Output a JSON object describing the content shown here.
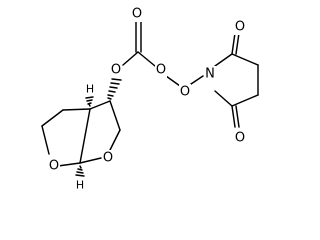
{
  "structure": {
    "atom_labels": {
      "carbonate_oxygen": "O",
      "ester_oxygen": "O",
      "ring_oxygen_left": "O",
      "ring_oxygen_right": "O",
      "hydroxylamine_oxygen": "O",
      "succinimide_nitrogen": "N",
      "imide_oxygen_top": "O",
      "imide_oxygen_bottom": "O",
      "stereo_h_top": "H",
      "stereo_h_bottom": "H"
    },
    "colors": {
      "ink": "#000000",
      "background": "#ffffff"
    }
  }
}
